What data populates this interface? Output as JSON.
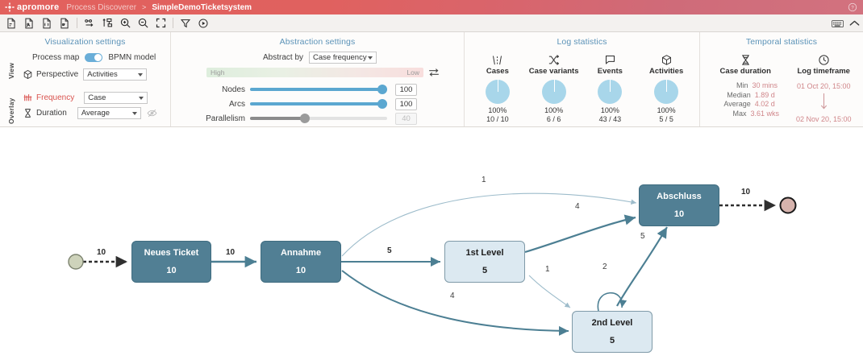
{
  "header": {
    "brand": "apromore",
    "app_name": "Process Discoverer",
    "separator": ">",
    "current_item": "SimpleDemoTicketsystem",
    "help_icon": "help-circle-icon"
  },
  "toolbar": {
    "buttons": [
      {
        "name": "export-pdf-icon",
        "title": "Export PDF"
      },
      {
        "name": "export-png-icon",
        "title": "Export PNG"
      },
      {
        "name": "export-json-icon",
        "title": "Export JSON"
      },
      {
        "name": "export-bpmn-icon",
        "title": "Export BPMN"
      },
      {
        "name": "layout-horizontal-icon",
        "title": "Horizontal layout"
      },
      {
        "name": "layout-vertical-icon",
        "title": "Vertical layout"
      },
      {
        "name": "zoom-in-icon",
        "title": "Zoom in"
      },
      {
        "name": "zoom-out-icon",
        "title": "Zoom out"
      },
      {
        "name": "fit-screen-icon",
        "title": "Fit to screen"
      },
      {
        "name": "filter-icon",
        "title": "Filter"
      },
      {
        "name": "animate-icon",
        "title": "Animate"
      }
    ],
    "right_buttons": [
      {
        "name": "keyboard-shortcuts-icon",
        "title": "Keyboard shortcuts"
      },
      {
        "name": "collapse-panel-icon",
        "title": "Collapse panel"
      }
    ]
  },
  "visualization_settings": {
    "title": "Visualization settings",
    "group_view": "View",
    "group_overlay": "Overlay",
    "process_map_label": "Process map",
    "bpmn_model_label": "BPMN model",
    "toggle_on": true,
    "perspective_label": "Perspective",
    "perspective_value": "Activities",
    "frequency_label": "Frequency",
    "frequency_value": "Case",
    "duration_label": "Duration",
    "duration_value": "Average",
    "visibility_icon": "eye-off-icon"
  },
  "abstraction_settings": {
    "title": "Abstraction settings",
    "abstract_by_label": "Abstract by",
    "abstract_by_value": "Case frequency",
    "gradient_high": "High",
    "gradient_low": "Low",
    "swap_icon": "swap-arrows-icon",
    "nodes_label": "Nodes",
    "nodes_value": "100",
    "arcs_label": "Arcs",
    "arcs_value": "100",
    "parallelism_label": "Parallelism",
    "parallelism_value": "40",
    "nodes_pct": 100,
    "arcs_pct": 100,
    "parallelism_pct": 40
  },
  "log_statistics": {
    "title": "Log statistics",
    "items": [
      {
        "icon": "road-icon",
        "name": "Cases",
        "percent": "100%",
        "fraction": "10 / 10"
      },
      {
        "icon": "shuffle-icon",
        "name": "Case variants",
        "percent": "100%",
        "fraction": "6 / 6"
      },
      {
        "icon": "flag-icon",
        "name": "Events",
        "percent": "100%",
        "fraction": "43 / 43"
      },
      {
        "icon": "cube-icon",
        "name": "Activities",
        "percent": "100%",
        "fraction": "5 / 5"
      }
    ]
  },
  "temporal_statistics": {
    "title": "Temporal statistics",
    "case_duration": {
      "icon": "hourglass-icon",
      "name": "Case duration",
      "rows": [
        {
          "key": "Min",
          "value": "30 mins"
        },
        {
          "key": "Median",
          "value": "1.89 d"
        },
        {
          "key": "Average",
          "value": "4.02 d"
        },
        {
          "key": "Max",
          "value": "3.61 wks"
        }
      ]
    },
    "log_timeframe": {
      "icon": "clock-icon",
      "name": "Log timeframe",
      "start": "01 Oct 20, 15:00",
      "end": "02 Nov 20, 15:00",
      "arrow_icon": "arrow-down-icon"
    }
  },
  "process_map": {
    "start_event_name": "start-event",
    "end_event_name": "end-event",
    "nodes": [
      {
        "id": "neues-ticket",
        "label": "Neues Ticket",
        "frequency": "10",
        "style": "dark"
      },
      {
        "id": "annahme",
        "label": "Annahme",
        "frequency": "10",
        "style": "dark"
      },
      {
        "id": "first-level",
        "label": "1st Level",
        "frequency": "5",
        "style": "light"
      },
      {
        "id": "second-level",
        "label": "2nd Level",
        "frequency": "5",
        "style": "light"
      },
      {
        "id": "abschluss",
        "label": "Abschluss",
        "frequency": "10",
        "style": "dark"
      }
    ],
    "edges": [
      {
        "from": "start",
        "to": "neues-ticket",
        "label": "10"
      },
      {
        "from": "neues-ticket",
        "to": "annahme",
        "label": "10"
      },
      {
        "from": "annahme",
        "to": "first-level",
        "label": "5"
      },
      {
        "from": "annahme",
        "to": "abschluss",
        "label": "1"
      },
      {
        "from": "annahme",
        "to": "second-level",
        "label": "4"
      },
      {
        "from": "first-level",
        "to": "abschluss",
        "label": "4"
      },
      {
        "from": "first-level",
        "to": "second-level",
        "label": "1"
      },
      {
        "from": "second-level",
        "to": "second-level",
        "label": "2"
      },
      {
        "from": "second-level",
        "to": "abschluss",
        "label": "5"
      },
      {
        "from": "abschluss",
        "to": "end",
        "label": "10"
      }
    ]
  },
  "colors": {
    "brand_red": "#e2615d",
    "accent_blue": "#5ba7d0",
    "node_dark": "#517f94",
    "node_light": "#dce9f1",
    "stat_pie": "#a8d6ea",
    "temporal_value": "#d0868a"
  }
}
